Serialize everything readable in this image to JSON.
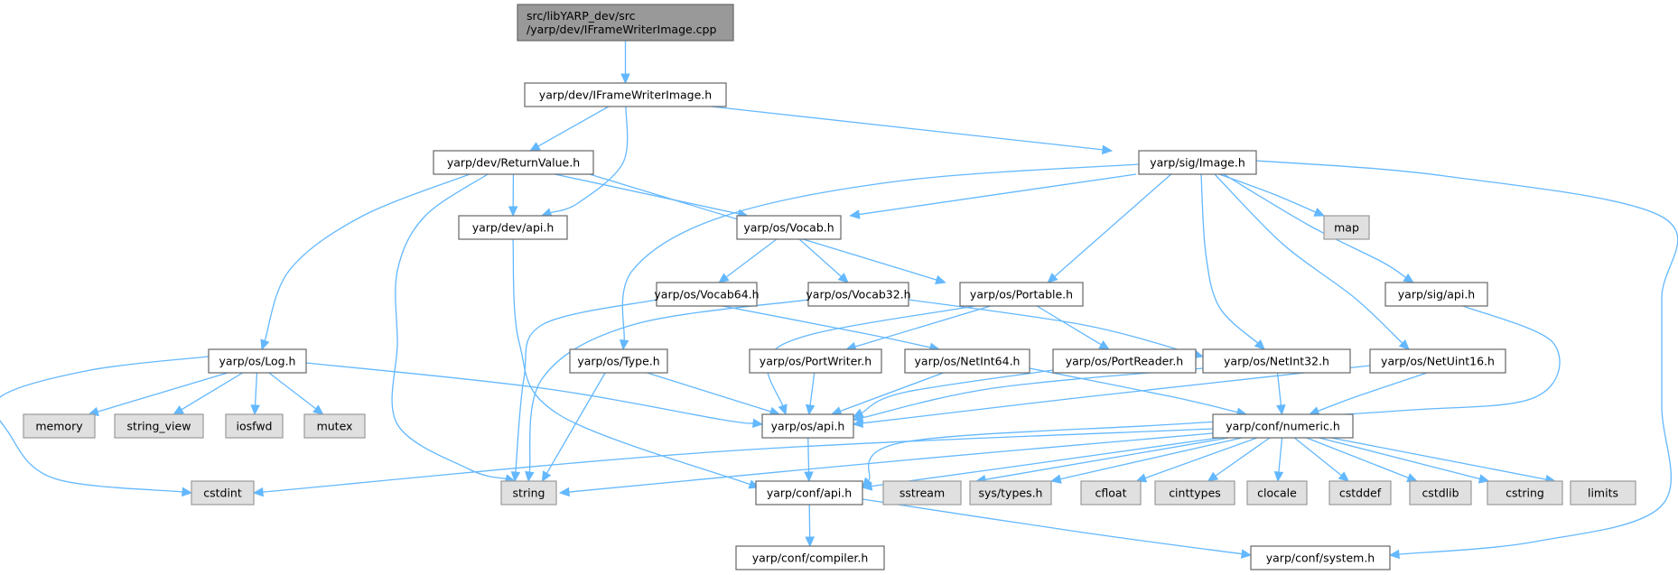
{
  "diagram": {
    "type": "include-dependency-graph",
    "colors": {
      "root_fill": "#999999",
      "root_border": "#666666",
      "file_fill": "#ffffff",
      "file_border": "#666666",
      "system_fill": "#e0e0e0",
      "system_border": "#999999",
      "edge": "#63b8ff"
    },
    "nodes": [
      {
        "id": "root",
        "kind": "root",
        "lines": [
          "src/libYARP_dev/src",
          "/yarp/dev/IFrameWriterImage.cpp"
        ]
      },
      {
        "id": "iframe",
        "kind": "file",
        "lines": [
          "yarp/dev/IFrameWriterImage.h"
        ]
      },
      {
        "id": "retval",
        "kind": "file",
        "lines": [
          "yarp/dev/ReturnValue.h"
        ]
      },
      {
        "id": "image",
        "kind": "file",
        "lines": [
          "yarp/sig/Image.h"
        ]
      },
      {
        "id": "devapi",
        "kind": "file",
        "lines": [
          "yarp/dev/api.h"
        ]
      },
      {
        "id": "vocab",
        "kind": "file",
        "lines": [
          "yarp/os/Vocab.h"
        ]
      },
      {
        "id": "map",
        "kind": "system",
        "lines": [
          "map"
        ]
      },
      {
        "id": "vocab64",
        "kind": "file",
        "lines": [
          "yarp/os/Vocab64.h"
        ]
      },
      {
        "id": "vocab32",
        "kind": "file",
        "lines": [
          "yarp/os/Vocab32.h"
        ]
      },
      {
        "id": "portable",
        "kind": "file",
        "lines": [
          "yarp/os/Portable.h"
        ]
      },
      {
        "id": "sigapi",
        "kind": "file",
        "lines": [
          "yarp/sig/api.h"
        ]
      },
      {
        "id": "log",
        "kind": "file",
        "lines": [
          "yarp/os/Log.h"
        ]
      },
      {
        "id": "type",
        "kind": "file",
        "lines": [
          "yarp/os/Type.h"
        ]
      },
      {
        "id": "portwriter",
        "kind": "file",
        "lines": [
          "yarp/os/PortWriter.h"
        ]
      },
      {
        "id": "netint64",
        "kind": "file",
        "lines": [
          "yarp/os/NetInt64.h"
        ]
      },
      {
        "id": "portreader",
        "kind": "file",
        "lines": [
          "yarp/os/PortReader.h"
        ]
      },
      {
        "id": "netint32",
        "kind": "file",
        "lines": [
          "yarp/os/NetInt32.h"
        ]
      },
      {
        "id": "netuint16",
        "kind": "file",
        "lines": [
          "yarp/os/NetUint16.h"
        ]
      },
      {
        "id": "memory",
        "kind": "system",
        "lines": [
          "memory"
        ]
      },
      {
        "id": "string_view",
        "kind": "system",
        "lines": [
          "string_view"
        ]
      },
      {
        "id": "iosfwd",
        "kind": "system",
        "lines": [
          "iosfwd"
        ]
      },
      {
        "id": "mutex",
        "kind": "system",
        "lines": [
          "mutex"
        ]
      },
      {
        "id": "osapi",
        "kind": "file",
        "lines": [
          "yarp/os/api.h"
        ]
      },
      {
        "id": "numeric",
        "kind": "file",
        "lines": [
          "yarp/conf/numeric.h"
        ]
      },
      {
        "id": "cstdint",
        "kind": "system",
        "lines": [
          "cstdint"
        ]
      },
      {
        "id": "string",
        "kind": "system",
        "lines": [
          "string"
        ]
      },
      {
        "id": "confapi",
        "kind": "file",
        "lines": [
          "yarp/conf/api.h"
        ]
      },
      {
        "id": "sstream",
        "kind": "system",
        "lines": [
          "sstream"
        ]
      },
      {
        "id": "systypes",
        "kind": "system",
        "lines": [
          "sys/types.h"
        ]
      },
      {
        "id": "cfloat",
        "kind": "system",
        "lines": [
          "cfloat"
        ]
      },
      {
        "id": "cinttypes",
        "kind": "system",
        "lines": [
          "cinttypes"
        ]
      },
      {
        "id": "clocale",
        "kind": "system",
        "lines": [
          "clocale"
        ]
      },
      {
        "id": "cstddef",
        "kind": "system",
        "lines": [
          "cstddef"
        ]
      },
      {
        "id": "cstdlib",
        "kind": "system",
        "lines": [
          "cstdlib"
        ]
      },
      {
        "id": "cstring",
        "kind": "system",
        "lines": [
          "cstring"
        ]
      },
      {
        "id": "limits",
        "kind": "system",
        "lines": [
          "limits"
        ]
      },
      {
        "id": "compiler",
        "kind": "file",
        "lines": [
          "yarp/conf/compiler.h"
        ]
      },
      {
        "id": "system",
        "kind": "file",
        "lines": [
          "yarp/conf/system.h"
        ]
      }
    ],
    "edges": [
      [
        "root",
        "iframe"
      ],
      [
        "iframe",
        "retval"
      ],
      [
        "iframe",
        "devapi"
      ],
      [
        "iframe",
        "image"
      ],
      [
        "retval",
        "log"
      ],
      [
        "retval",
        "string"
      ],
      [
        "retval",
        "devapi"
      ],
      [
        "retval",
        "vocab"
      ],
      [
        "retval",
        "portable"
      ],
      [
        "image",
        "type"
      ],
      [
        "image",
        "vocab"
      ],
      [
        "image",
        "portable"
      ],
      [
        "image",
        "map"
      ],
      [
        "image",
        "sigapi"
      ],
      [
        "image",
        "netint32"
      ],
      [
        "image",
        "netuint16"
      ],
      [
        "image",
        "system"
      ],
      [
        "devapi",
        "confapi"
      ],
      [
        "vocab",
        "vocab64"
      ],
      [
        "vocab",
        "vocab32"
      ],
      [
        "vocab64",
        "string"
      ],
      [
        "vocab64",
        "netint64"
      ],
      [
        "vocab32",
        "string"
      ],
      [
        "vocab32",
        "netint32"
      ],
      [
        "portable",
        "osapi"
      ],
      [
        "portable",
        "portwriter"
      ],
      [
        "portable",
        "portreader"
      ],
      [
        "sigapi",
        "confapi"
      ],
      [
        "log",
        "cstdint"
      ],
      [
        "log",
        "memory"
      ],
      [
        "log",
        "string_view"
      ],
      [
        "log",
        "iosfwd"
      ],
      [
        "log",
        "mutex"
      ],
      [
        "log",
        "osapi"
      ],
      [
        "type",
        "string"
      ],
      [
        "type",
        "osapi"
      ],
      [
        "portwriter",
        "osapi"
      ],
      [
        "netint64",
        "osapi"
      ],
      [
        "netint64",
        "numeric"
      ],
      [
        "portreader",
        "osapi"
      ],
      [
        "netint32",
        "osapi"
      ],
      [
        "netint32",
        "numeric"
      ],
      [
        "netuint16",
        "osapi"
      ],
      [
        "netuint16",
        "numeric"
      ],
      [
        "osapi",
        "confapi"
      ],
      [
        "numeric",
        "cstdint"
      ],
      [
        "numeric",
        "string"
      ],
      [
        "numeric",
        "confapi"
      ],
      [
        "numeric",
        "sstream"
      ],
      [
        "numeric",
        "systypes"
      ],
      [
        "numeric",
        "cfloat"
      ],
      [
        "numeric",
        "cinttypes"
      ],
      [
        "numeric",
        "clocale"
      ],
      [
        "numeric",
        "cstddef"
      ],
      [
        "numeric",
        "cstdlib"
      ],
      [
        "numeric",
        "cstring"
      ],
      [
        "numeric",
        "limits"
      ],
      [
        "confapi",
        "compiler"
      ],
      [
        "confapi",
        "system"
      ]
    ]
  }
}
